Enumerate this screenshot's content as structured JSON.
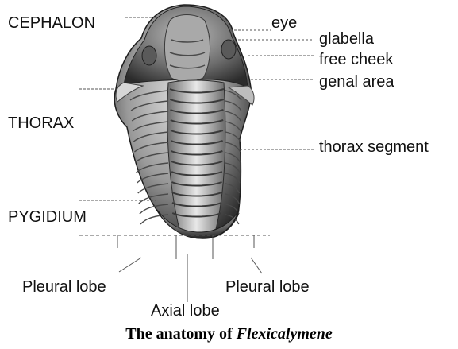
{
  "diagram": {
    "region_labels": {
      "cephalon": "CEPHALON",
      "thorax": "THORAX",
      "pygidium": "PYGIDIUM"
    },
    "part_labels": {
      "eye": "eye",
      "glabella": "glabella",
      "free_cheek": "free cheek",
      "genal_area": "genal area",
      "thorax_segment": "thorax segment",
      "pleural_lobe_left": "Pleural lobe",
      "pleural_lobe_right": "Pleural lobe",
      "axial_lobe": "Axial lobe"
    },
    "caption": {
      "prefix": "The anatomy of ",
      "species": "Flexicalymene"
    }
  },
  "colors": {
    "text": "#111111",
    "leader_line": "#555555",
    "fossil_dark": "#2a2a2a",
    "fossil_mid": "#7a7a7a",
    "fossil_light": "#cfcfcf"
  }
}
